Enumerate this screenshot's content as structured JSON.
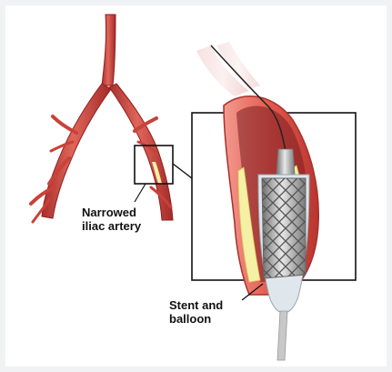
{
  "labels": {
    "iliac": [
      "Narrowed",
      "iliac artery"
    ],
    "stent": [
      "Stent and",
      "balloon"
    ]
  },
  "colors": {
    "background": "#f1f2f3",
    "artery": "#c9413a",
    "artery_dark": "#8e1f20",
    "artery_highlight": "#f2a39a",
    "plaque": "#f4f0a6",
    "stent_metal": "#8f8f8f",
    "balloon": "#dfe6ec",
    "catheter": "#c8c8c8",
    "callout_box": "#111111"
  }
}
